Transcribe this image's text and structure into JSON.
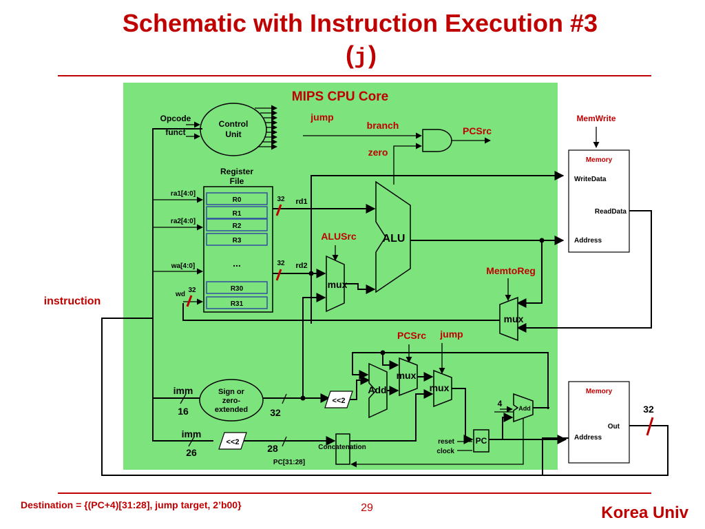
{
  "title": {
    "line1": "Schematic with Instruction Execution #3",
    "paren_open": "(",
    "instr": "j",
    "paren_close": ")"
  },
  "core": {
    "label": "MIPS CPU Core",
    "control_unit": [
      "Control",
      "Unit"
    ],
    "opcode": "Opcode",
    "funct": "funct",
    "register_file": {
      "title": [
        "Register",
        "File"
      ],
      "ports": [
        "ra1[4:0]",
        "ra2[4:0]",
        "wa[4:0]",
        "wd"
      ],
      "registers": [
        "R0",
        "R1",
        "R2",
        "R3",
        "...",
        "R30",
        "R31"
      ],
      "rd1": "rd1",
      "rd2": "rd2"
    },
    "signals": {
      "jump": "jump",
      "branch": "branch",
      "zero": "zero",
      "pcsrc": "PCSrc",
      "alusrc": "ALUSrc",
      "memtoreg": "MemtoReg",
      "memwrite": "MemWrite",
      "pcsrc2": "PCSrc",
      "jump2": "jump"
    },
    "alu": "ALU",
    "mux": "mux",
    "add": "Add",
    "shift": "<<2",
    "sign_ext": [
      "Sign or",
      "zero-",
      "extended"
    ],
    "concat": "Concatenation",
    "pc": "PC",
    "reset": "reset",
    "clock": "clock",
    "pc_bits": "PC[31:28]",
    "four": "4",
    "imm": "imm",
    "widths": {
      "w32": "32",
      "w16": "16",
      "w28": "28",
      "w26": "26"
    }
  },
  "data_memory": {
    "title": "Memory",
    "write_data": "WriteData",
    "read_data": "ReadData",
    "address": "Address"
  },
  "inst_memory": {
    "title": "Memory",
    "out": "Out",
    "address": "Address"
  },
  "instruction": "instruction",
  "footer": {
    "destination": "Destination = {(PC+4)[31:28], jump target, 2’b00}",
    "page": "29",
    "org": "Korea Univ"
  },
  "colors": {
    "accent": "#c00000",
    "core_bg": "#7de37d",
    "reg_border": "#3050a0"
  }
}
